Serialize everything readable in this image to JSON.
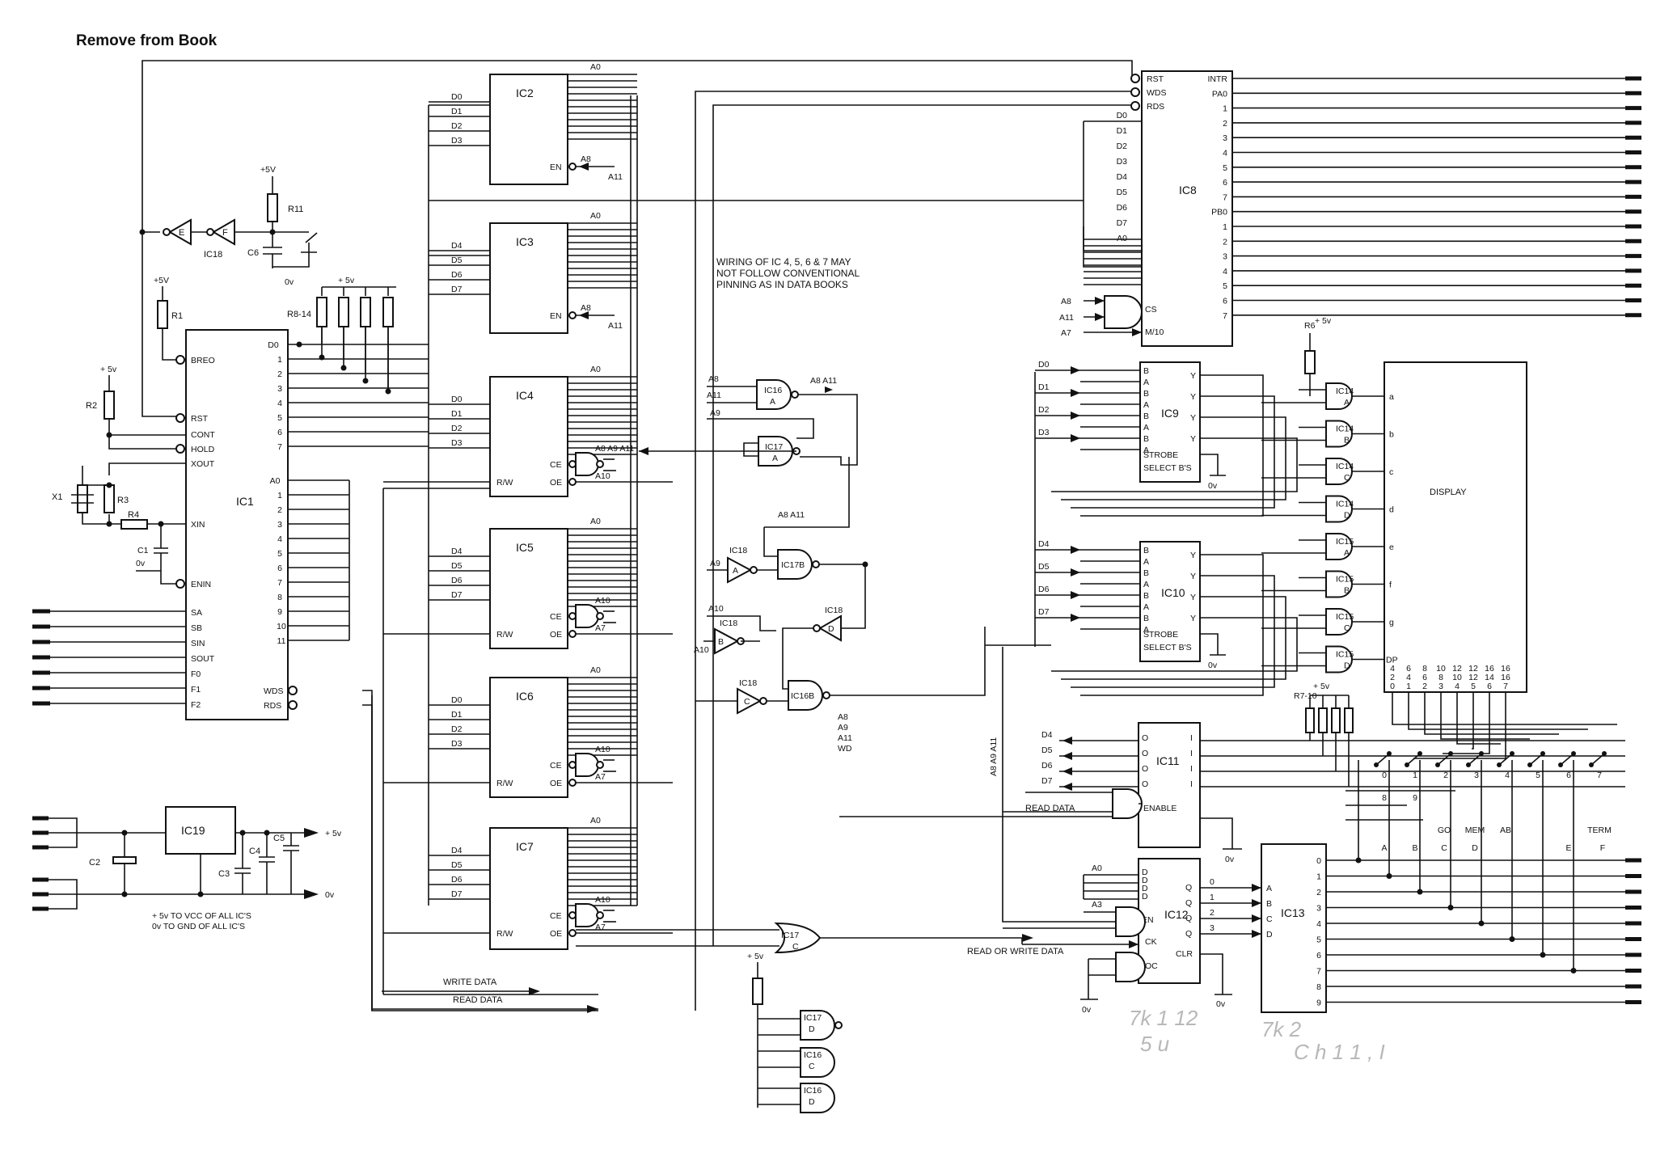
{
  "page": {
    "heading": "Remove from Book"
  },
  "ic1": {
    "name": "IC1",
    "left_pins": [
      "BREO",
      "RST",
      "CONT",
      "HOLD",
      "XOUT",
      "XIN",
      "ENIN",
      "SA",
      "SB",
      "SIN",
      "SOUT",
      "F0",
      "F1",
      "F2"
    ],
    "right_data_pins": [
      "D0",
      "1",
      "2",
      "3",
      "4",
      "5",
      "6",
      "7"
    ],
    "right_addr_pins": [
      "A0",
      "1",
      "2",
      "3",
      "4",
      "5",
      "6",
      "7",
      "8",
      "9",
      "10",
      "11"
    ],
    "wds": "WDS",
    "rds": "RDS"
  },
  "components": {
    "x1": "X1",
    "r1": "R1",
    "r2": "R2",
    "r3": "R3",
    "r4": "R4",
    "c1": "C1",
    "r11": "R11",
    "c6": "C6",
    "r814": "R8-14",
    "ic18ef": "IC18",
    "e": "E",
    "f": "F",
    "v5": "+5V",
    "v5lc": "+ 5v",
    "ov": "0v"
  },
  "memory": [
    {
      "name": "IC2",
      "data": [
        "D0",
        "D1",
        "D2",
        "D3"
      ],
      "a0": "A0",
      "ctrl": [
        "EN"
      ],
      "extra": [
        "A8",
        "A11"
      ]
    },
    {
      "name": "IC3",
      "data": [
        "D4",
        "D5",
        "D6",
        "D7"
      ],
      "a0": "A0",
      "ctrl": [
        "EN"
      ],
      "extra": [
        "A8",
        "A11"
      ]
    },
    {
      "name": "IC4",
      "data": [
        "D0",
        "D1",
        "D2",
        "D3"
      ],
      "a0": "A0",
      "ctrl": [
        "CE",
        "OE",
        "R/W"
      ],
      "extra": [
        "A10",
        "A8 A9 A11"
      ]
    },
    {
      "name": "IC5",
      "data": [
        "D4",
        "D5",
        "D6",
        "D7"
      ],
      "a0": "A0",
      "ctrl": [
        "CE",
        "OE",
        "R/W"
      ],
      "extra": [
        "A7",
        "A10"
      ]
    },
    {
      "name": "IC6",
      "data": [
        "D0",
        "D1",
        "D2",
        "D3"
      ],
      "a0": "A0",
      "ctrl": [
        "CE",
        "OE",
        "R/W"
      ],
      "extra": [
        "A7",
        "A10"
      ]
    },
    {
      "name": "IC7",
      "data": [
        "D4",
        "D5",
        "D6",
        "D7"
      ],
      "a0": "A0",
      "ctrl": [
        "CE",
        "OE",
        "R/W"
      ],
      "extra": [
        "A7",
        "A10"
      ]
    }
  ],
  "note": [
    "WIRING OF IC 4, 5, 6 & 7 MAY",
    "NOT FOLLOW CONVENTIONAL",
    "PINNING AS IN DATA BOOKS"
  ],
  "decode": {
    "ic16a": [
      "IC16",
      "A"
    ],
    "ic17a": [
      "IC17",
      "A"
    ],
    "ic17b": "IC17B",
    "ic16b": "IC16B",
    "ic18a": [
      "IC18",
      "A"
    ],
    "ic18b": [
      "IC18",
      "B"
    ],
    "ic18c": [
      "IC18",
      "C"
    ],
    "ic18d": [
      "IC18",
      "D"
    ],
    "labels": [
      "A8",
      "A11",
      "A8 A11",
      "A9",
      "A8 A11",
      "A9",
      "A10",
      "A10",
      "A8",
      "A9",
      "A11",
      "WD",
      "A8 A9 A11"
    ]
  },
  "bus_labels": {
    "write": "WRITE DATA",
    "read": "READ DATA",
    "read2": "READ DATA",
    "rw": "READ OR WRITE DATA"
  },
  "ic8": {
    "name": "IC8",
    "left_pins": [
      "RST",
      "WDS",
      "RDS",
      "D0",
      "D1",
      "D2",
      "D3",
      "D4",
      "D5",
      "D6",
      "D7",
      "A0",
      "CS",
      "M/10"
    ],
    "cs_inputs": [
      "A8",
      "A11",
      "A7"
    ],
    "right_pins": [
      "INTR",
      "PA0",
      "1",
      "2",
      "3",
      "4",
      "5",
      "6",
      "7",
      "PB0",
      "1",
      "2",
      "3",
      "4",
      "5",
      "6",
      "7"
    ]
  },
  "ic9": {
    "name": "IC9",
    "pins": [
      "B",
      "A",
      "B",
      "A",
      "B",
      "A",
      "B",
      "A"
    ],
    "y": [
      "Y",
      "Y",
      "Y",
      "Y"
    ],
    "strobe": "STROBE",
    "select": "SELECT B'S",
    "d": [
      "D0",
      "D1",
      "D2",
      "D3"
    ]
  },
  "ic10": {
    "name": "IC10",
    "pins": [
      "B",
      "A",
      "B",
      "A",
      "B",
      "A",
      "B",
      "A"
    ],
    "y": [
      "Y",
      "Y",
      "Y",
      "Y"
    ],
    "strobe": "STROBE",
    "select": "SELECT B'S",
    "d": [
      "D4",
      "D5",
      "D6",
      "D7"
    ]
  },
  "segment_gates": [
    [
      "IC14",
      "A"
    ],
    [
      "IC14",
      "B"
    ],
    [
      "IC14",
      "C"
    ],
    [
      "IC14",
      "D"
    ],
    [
      "IC15",
      "A"
    ],
    [
      "IC15",
      "B"
    ],
    [
      "IC15",
      "C"
    ],
    [
      "IC15",
      "D"
    ]
  ],
  "display": {
    "name": "DISPLAY",
    "segments": [
      "a",
      "b",
      "c",
      "d",
      "e",
      "f",
      "g",
      "DP"
    ],
    "digits_top": [
      "4",
      "6",
      "8",
      "10",
      "12",
      "12",
      "16",
      "16"
    ],
    "digits_mid": [
      "2",
      "4",
      "6",
      "8",
      "10",
      "12",
      "14",
      "16"
    ],
    "digits_bot": [
      "0",
      "1",
      "2",
      "3",
      "4",
      "5",
      "6",
      "7"
    ],
    "r6": "R6"
  },
  "ic11": {
    "name": "IC11",
    "pins_d": [
      "D4",
      "D5",
      "D6",
      "D7"
    ],
    "o": [
      "O",
      "O",
      "O",
      "O"
    ],
    "i": [
      "I",
      "I",
      "I",
      "I"
    ],
    "enable": "ENABLE",
    "r710": "R7-10"
  },
  "keys": {
    "top": [
      "0",
      "1",
      "2",
      "3",
      "4",
      "5",
      "6",
      "7"
    ],
    "second": [
      "8",
      "9"
    ],
    "third": [
      "GO",
      "MEM",
      "AB",
      "TERM"
    ],
    "fourth": [
      "A",
      "B",
      "C",
      "D",
      "E",
      "F"
    ]
  },
  "ic12": {
    "name": "IC12",
    "pins": [
      "D",
      "D",
      "D",
      "D",
      "EN",
      "CK",
      "OC"
    ],
    "q": [
      "Q",
      "Q",
      "Q",
      "Q"
    ],
    "nums": [
      "0",
      "1",
      "2",
      "3"
    ],
    "clr": "CLR",
    "a0": "A0",
    "a3": "A3"
  },
  "ic13": {
    "name": "IC13",
    "inputs": [
      "A",
      "B",
      "C",
      "D"
    ],
    "outputs": [
      "0",
      "1",
      "2",
      "3",
      "4",
      "5",
      "6",
      "7",
      "8",
      "9"
    ]
  },
  "power": {
    "ic19": "IC19",
    "c2": "C2",
    "c3": "C3",
    "c4": "C4",
    "c5": "C5",
    "plus5": "+ 5v",
    "zero": "0v",
    "notes": [
      "+ 5v TO VCC OF ALL IC'S",
      "0v TO GND OF ALL IC'S"
    ]
  },
  "lower_gates": {
    "ic17c": [
      "IC17",
      "C"
    ],
    "ic17d": [
      "IC17",
      "D"
    ],
    "ic16c": [
      "IC16",
      "C"
    ],
    "ic16d": [
      "IC16",
      "D"
    ],
    "v5": "+ 5v"
  },
  "handwriting": [
    "7k 1 12",
    "5 u",
    "7k 2",
    "C h 1 1 , I"
  ]
}
